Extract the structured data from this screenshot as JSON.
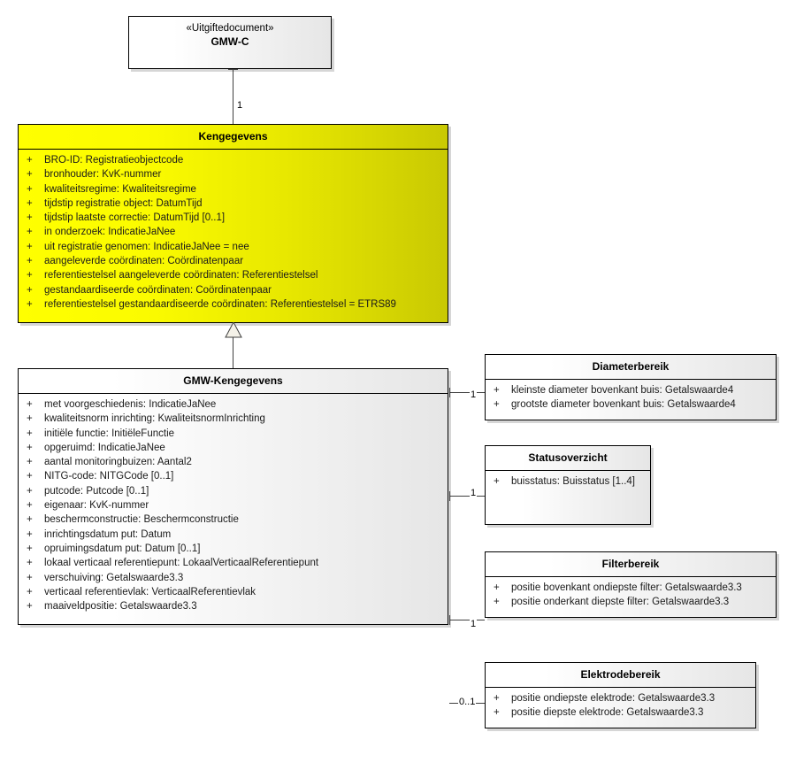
{
  "diagram": {
    "title": "GMW-C UML class diagram",
    "background_color": "#ffffff",
    "highlight_color": "#ffff00",
    "line_color": "#404040"
  },
  "classes": {
    "gmwc": {
      "stereotype": "«Uitgiftedocument»",
      "name": "GMW-C",
      "attributes": []
    },
    "kengegevens": {
      "name": "Kengegevens",
      "attributes": [
        {
          "vis": "+",
          "text": "BRO-ID: Registratieobjectcode"
        },
        {
          "vis": "+",
          "text": "bronhouder: KvK-nummer"
        },
        {
          "vis": "+",
          "text": "kwaliteitsregime: Kwaliteitsregime"
        },
        {
          "vis": "+",
          "text": "tijdstip registratie object: DatumTijd"
        },
        {
          "vis": "+",
          "text": "tijdstip laatste correctie: DatumTijd [0..1]"
        },
        {
          "vis": "+",
          "text": "in onderzoek: IndicatieJaNee"
        },
        {
          "vis": "+",
          "text": "uit registratie genomen: IndicatieJaNee = nee"
        },
        {
          "vis": "+",
          "text": "aangeleverde coördinaten: Coördinatenpaar"
        },
        {
          "vis": "+",
          "text": "referentiestelsel aangeleverde coördinaten: Referentiestelsel"
        },
        {
          "vis": "+",
          "text": "gestandaardiseerde coördinaten: Coördinatenpaar"
        },
        {
          "vis": "+",
          "text": "referentiestelsel gestandaardiseerde coördinaten: Referentiestelsel = ETRS89"
        }
      ]
    },
    "gmw_kengegevens": {
      "name": "GMW-Kengegevens",
      "attributes": [
        {
          "vis": "+",
          "text": "met voorgeschiedenis: IndicatieJaNee"
        },
        {
          "vis": "+",
          "text": "kwaliteitsnorm inrichting: KwaliteitsnormInrichting"
        },
        {
          "vis": "+",
          "text": "initiële functie: InitiëleFunctie"
        },
        {
          "vis": "+",
          "text": "opgeruimd: IndicatieJaNee"
        },
        {
          "vis": "+",
          "text": "aantal monitoringbuizen: Aantal2"
        },
        {
          "vis": "+",
          "text": "NITG-code: NITGCode [0..1]"
        },
        {
          "vis": "+",
          "text": "putcode: Putcode [0..1]"
        },
        {
          "vis": "+",
          "text": "eigenaar: KvK-nummer"
        },
        {
          "vis": "+",
          "text": "beschermconstructie: Beschermconstructie"
        },
        {
          "vis": "+",
          "text": "inrichtingsdatum put: Datum"
        },
        {
          "vis": "+",
          "text": "opruimingsdatum put: Datum [0..1]"
        },
        {
          "vis": "+",
          "text": "lokaal verticaal referentiepunt: LokaalVerticaalReferentiepunt"
        },
        {
          "vis": "+",
          "text": "verschuiving: Getalswaarde3.3"
        },
        {
          "vis": "+",
          "text": "verticaal referentievlak: VerticaalReferentievlak"
        },
        {
          "vis": "+",
          "text": "maaiveldpositie: Getalswaarde3.3"
        }
      ]
    },
    "diameterbereik": {
      "name": "Diameterbereik",
      "attributes": [
        {
          "vis": "+",
          "text": "kleinste diameter bovenkant buis: Getalswaarde4"
        },
        {
          "vis": "+",
          "text": "grootste diameter bovenkant buis: Getalswaarde4"
        }
      ]
    },
    "statusoverzicht": {
      "name": "Statusoverzicht",
      "attributes": [
        {
          "vis": "+",
          "text": "buisstatus: Buisstatus [1..4]"
        }
      ]
    },
    "filterbereik": {
      "name": "Filterbereik",
      "attributes": [
        {
          "vis": "+",
          "text": "positie bovenkant ondiepste filter: Getalswaarde3.3"
        },
        {
          "vis": "+",
          "text": "positie onderkant diepste filter: Getalswaarde3.3"
        }
      ]
    },
    "elektrodebereik": {
      "name": "Elektrodebereik",
      "attributes": [
        {
          "vis": "+",
          "text": "positie ondiepste elektrode: Getalswaarde3.3"
        },
        {
          "vis": "+",
          "text": "positie diepste elektrode: Getalswaarde3.3"
        }
      ]
    }
  },
  "multiplicities": {
    "gmwc_to_kengegevens": "1",
    "diameterbereik": "1",
    "statusoverzicht": "1",
    "filterbereik": "1",
    "elektrodebereik": "0..1"
  }
}
